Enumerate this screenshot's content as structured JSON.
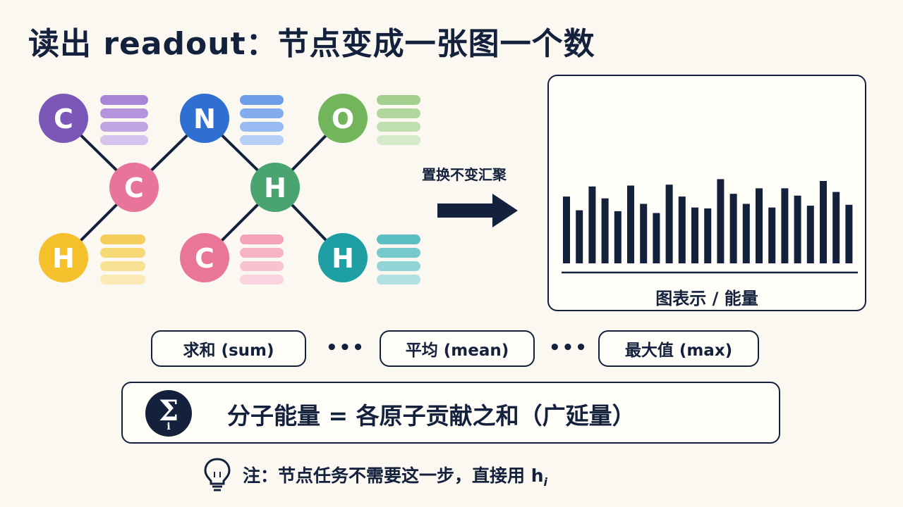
{
  "title": "读出 readout：节点变成一张图一个数",
  "graph": {
    "nodes": [
      {
        "label": "C",
        "color": "#7b57b8",
        "feature_colors": [
          "#a985d8",
          "#b594dd",
          "#c2a6e3",
          "#d6c4ee"
        ]
      },
      {
        "label": "N",
        "color": "#2f6fd1",
        "feature_colors": [
          "#6f9ee8",
          "#82acec",
          "#97bbf0",
          "#b5cff5"
        ]
      },
      {
        "label": "O",
        "color": "#72b55b",
        "feature_colors": [
          "#a3d08f",
          "#b1d79f",
          "#c0dfb1",
          "#d5eacb"
        ]
      },
      {
        "label": "C",
        "color": "#e8749a"
      },
      {
        "label": "H",
        "color": "#4aa46f"
      },
      {
        "label": "H",
        "color": "#f4c02c",
        "feature_colors": [
          "#f5cf5c",
          "#f7d876",
          "#f9e193",
          "#fbeab3"
        ]
      },
      {
        "label": "C",
        "color": "#ea7697",
        "feature_colors": [
          "#f4a3b8",
          "#f6b3c5",
          "#f8c3d1",
          "#fad3de"
        ]
      },
      {
        "label": "H",
        "color": "#1d9fa4",
        "feature_colors": [
          "#5dbfc3",
          "#77c9cc",
          "#93d4d6",
          "#b0e0e1"
        ]
      }
    ],
    "edge_color": "#14213d"
  },
  "arrow_label": "置换不变汇聚",
  "readout_panel": {
    "caption": "图表示 / 能量",
    "bar_color": "#14213d",
    "bar_levels": [
      0.73,
      0.58,
      0.84,
      0.71,
      0.57,
      0.85,
      0.65,
      0.55,
      0.86,
      0.73,
      0.61,
      0.6,
      0.92,
      0.76,
      0.65,
      0.82,
      0.61,
      0.82,
      0.74,
      0.63,
      0.9,
      0.78,
      0.64
    ]
  },
  "aggregators": [
    {
      "label": "求和 (sum)"
    },
    {
      "label": "平均 (mean)"
    },
    {
      "label": "最大值 (max)"
    }
  ],
  "separator": "•••",
  "formula": {
    "icon_symbol": "Σ",
    "icon_subscript": "i",
    "text": "分子能量 = 各原子贡献之和（广延量）"
  },
  "note": {
    "text": "注：节点任务不需要这一步，直接用 h",
    "subscript": "i"
  }
}
